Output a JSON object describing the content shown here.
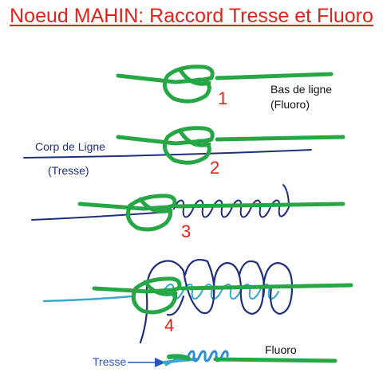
{
  "title": "Noeud MAHIN: Raccord Tresse et Fluoro",
  "colors": {
    "fluoro": "#27a645",
    "tresse": "#1f2f7a",
    "tresse_light": "#3aa7d0",
    "final_coil": "#2b8fd1",
    "title": "#e2231a",
    "step_number": "#e2231a"
  },
  "steps": [
    {
      "number": "1"
    },
    {
      "number": "2"
    },
    {
      "number": "3"
    },
    {
      "number": "4"
    }
  ],
  "labels": {
    "bas_de_ligne": "Bas de ligne",
    "fluoro_paren": "(Fluoro)",
    "corp_de_ligne": "Corp de Ligne",
    "tresse_paren": "(Tresse)",
    "tresse": "Tresse",
    "fluoro": "Fluoro"
  }
}
